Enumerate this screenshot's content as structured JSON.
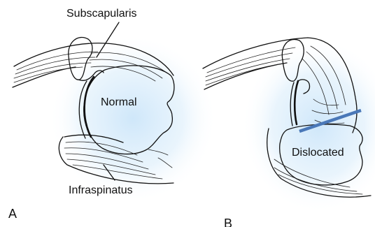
{
  "panels": [
    {
      "letter": "A",
      "center_label": "Normal",
      "top_label": "Subscapularis",
      "bottom_label": "Infraspinatus"
    },
    {
      "letter": "B",
      "center_label": "Dislocated"
    }
  ],
  "colors": {
    "background_glow": "#d6ecfb",
    "line_ink": "#111111",
    "marker_line": "#4a78b8"
  }
}
